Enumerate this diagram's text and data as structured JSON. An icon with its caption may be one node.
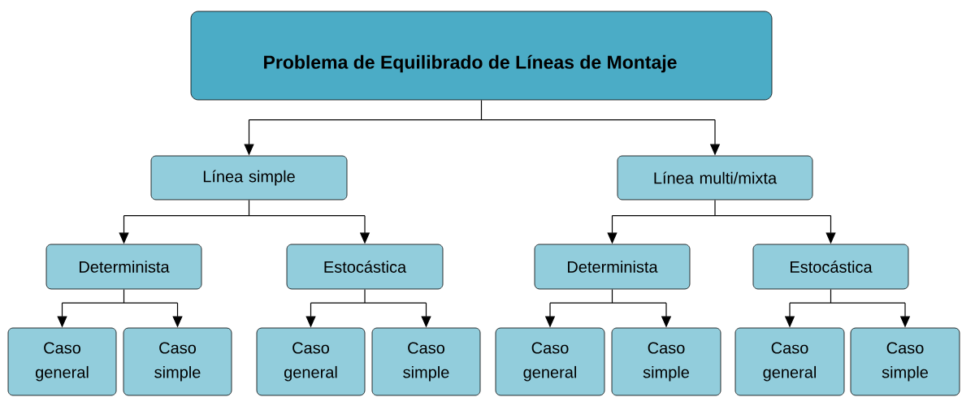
{
  "diagram": {
    "nodes": [
      {
        "text": [
          "Problema de Equilibrado de Líneas de Montaje"
        ]
      },
      {
        "text": [
          "Línea simple"
        ]
      },
      {
        "text": [
          "Determinista"
        ]
      },
      {
        "text": [
          "Caso general"
        ]
      },
      {
        "text": [
          "Caso simple"
        ]
      },
      {
        "text": [
          "Estocástica"
        ]
      },
      {
        "text": [
          "Caso general"
        ]
      },
      {
        "text": [
          "Caso simple"
        ]
      },
      {
        "text": [
          "Línea multi/mixta"
        ]
      },
      {
        "text": [
          "Determinista"
        ]
      },
      {
        "text": [
          "Caso general"
        ]
      },
      {
        "text": [
          "Caso simple"
        ]
      },
      {
        "text": [
          "Estocástica"
        ]
      },
      {
        "text": [
          "Caso general"
        ]
      },
      {
        "text": [
          "Caso simple"
        ]
      }
    ],
    "edges": [
      {
        "from": 0,
        "to": 1,
        "arrow": "to"
      },
      {
        "from": 0,
        "to": 8,
        "arrow": "to"
      },
      {
        "from": 1,
        "to": 2,
        "arrow": "to"
      },
      {
        "from": 1,
        "to": 5,
        "arrow": "to"
      },
      {
        "from": 2,
        "to": 3,
        "arrow": "to"
      },
      {
        "from": 2,
        "to": 4,
        "arrow": "to"
      },
      {
        "from": 5,
        "to": 6,
        "arrow": "to"
      },
      {
        "from": 5,
        "to": 7,
        "arrow": "to"
      },
      {
        "from": 8,
        "to": 9,
        "arrow": "to"
      },
      {
        "from": 8,
        "to": 12,
        "arrow": "to"
      },
      {
        "from": 9,
        "to": 10,
        "arrow": "to"
      },
      {
        "from": 9,
        "to": 11,
        "arrow": "to"
      },
      {
        "from": 12,
        "to": 13,
        "arrow": "to"
      },
      {
        "from": 12,
        "to": 14,
        "arrow": "to"
      }
    ]
  }
}
